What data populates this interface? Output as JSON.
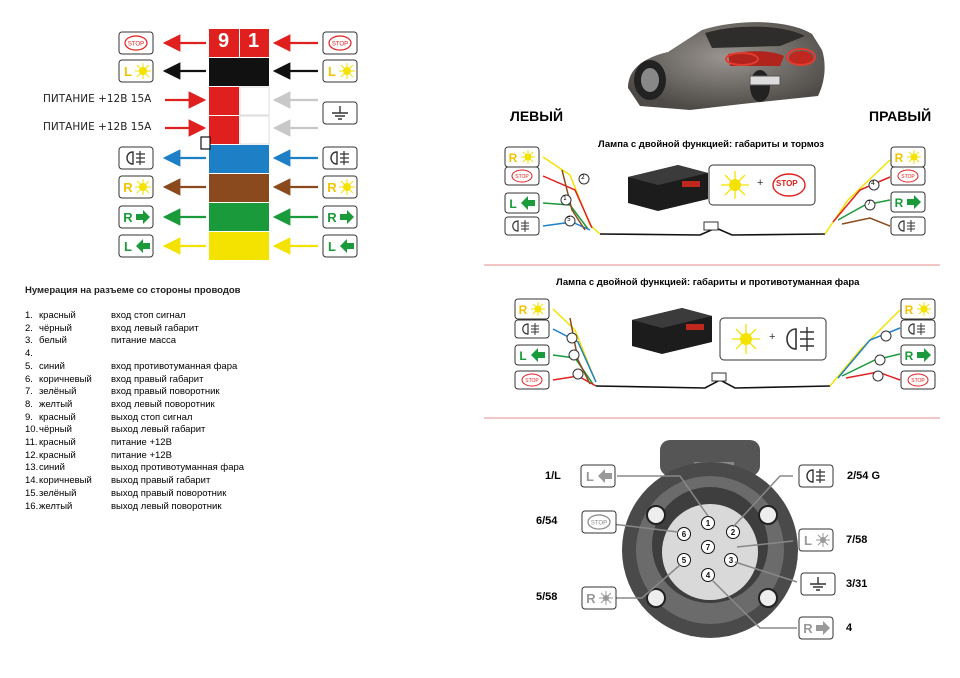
{
  "left_panel": {
    "header_numbers": [
      "9",
      "1"
    ],
    "power_labels": [
      "ПИТАНИЕ +12В 15А",
      "ПИТАНИЕ +12В 15А"
    ],
    "numbering_title": "Нумерация на разъеме со стороны проводов",
    "numbering_rows": [
      {
        "n": "1.",
        "color": "красный",
        "func": "вход стоп сигнал"
      },
      {
        "n": "2.",
        "color": "чёрный",
        "func": "вход левый габарит"
      },
      {
        "n": "3.",
        "color": "белый",
        "func": "питание масса"
      },
      {
        "n": "4.",
        "color": "",
        "func": ""
      },
      {
        "n": "5.",
        "color": "синий",
        "func": "вход противотуманная фара"
      },
      {
        "n": "6.",
        "color": "коричневый",
        "func": "вход правый габарит"
      },
      {
        "n": "7.",
        "color": "зелёный",
        "func": "вход правый поворотник"
      },
      {
        "n": "8.",
        "color": "желтый",
        "func": "вход левый поворотник"
      },
      {
        "n": "9.",
        "color": "красный",
        "func": "выход стоп сигнал"
      },
      {
        "n": "10.",
        "color": "чёрный",
        "func": "выход левый габарит"
      },
      {
        "n": "11.",
        "color": "красный",
        "func": "питание +12В"
      },
      {
        "n": "12.",
        "color": "красный",
        "func": "питание +12В"
      },
      {
        "n": "13.",
        "color": "синий",
        "func": "выход противотуманная фара"
      },
      {
        "n": "14.",
        "color": "коричневый",
        "func": "выход правый габарит"
      },
      {
        "n": "15.",
        "color": "зелёный",
        "func": "выход правый поворотник"
      },
      {
        "n": "16.",
        "color": "желтый",
        "func": "выход левый поворотник"
      }
    ]
  },
  "right_panel": {
    "left_label": "ЛЕВЫЙ",
    "right_label": "ПРАВЫЙ",
    "caption_top": "Лампа с двойной функцией: габариты и тормоз",
    "caption_middle": "Лампа с двойной функцией: габариты и противотуманная фара",
    "stop_text": "STOP",
    "plus": "+",
    "pin_labels": [
      "1/L",
      "6/54",
      "5/58",
      "2/54 G",
      "7/58",
      "3/31",
      "4"
    ],
    "pin_numbers": [
      "1",
      "2",
      "3",
      "4",
      "5",
      "6",
      "7"
    ],
    "wire_circle_numbers": [
      "1",
      "2",
      "3",
      "4",
      "5",
      "6",
      "7"
    ]
  },
  "colors": {
    "red": "#e0201f",
    "black": "#111111",
    "white": "#ffffff",
    "blue": "#1d7fc6",
    "brown": "#8b4a1e",
    "green": "#1a9a3a",
    "yellow": "#f4e200",
    "gray_arrow": "#c8c8c8",
    "divider": "#f2c6c6"
  },
  "icons": [
    "stop-lamp-icon",
    "left-side-light-icon",
    "ground-icon",
    "fog-lamp-icon",
    "right-side-light-icon",
    "right-turn-icon",
    "left-turn-icon"
  ]
}
